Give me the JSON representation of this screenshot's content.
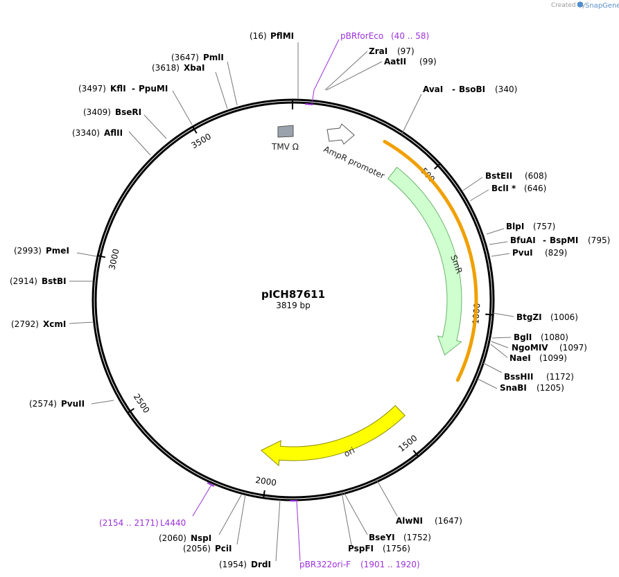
{
  "credit": {
    "created_by": "Created by",
    "brand": "SnapGene"
  },
  "plasmid": {
    "name": "pICH87611",
    "size_label": "3819 bp",
    "length": 3819
  },
  "colors": {
    "primer": "#9b30d9",
    "ampr_promoter": "#ffffff",
    "smr_fill": "#cfffcf",
    "smr_stroke": "#6ab56a",
    "ori": "#ffff00",
    "orange_arc": "#f0a000",
    "tmv": "#9aa3ad"
  },
  "ticks": [
    {
      "bp": 500,
      "label": "500"
    },
    {
      "bp": 1000,
      "label": "1000"
    },
    {
      "bp": 1500,
      "label": "1500"
    },
    {
      "bp": 2000,
      "label": "2000"
    },
    {
      "bp": 2500,
      "label": "2500"
    },
    {
      "bp": 3000,
      "label": "3000"
    },
    {
      "bp": 3500,
      "label": "3500"
    }
  ],
  "features": [
    {
      "name": "TMV Ω",
      "icon": "tmv-omega-box"
    },
    {
      "name": "AmpR promoter",
      "icon": "promoter-arrow"
    },
    {
      "name": "SmR",
      "icon": "cds-arrow"
    },
    {
      "name": "ori",
      "icon": "ori-arrow"
    }
  ],
  "enzymes": [
    {
      "name": "PflMI",
      "pos": "(16)",
      "bp": 16
    },
    {
      "name": "ZraI",
      "pos": "(97)",
      "bp": 97
    },
    {
      "name": "AatII",
      "pos": "(99)",
      "bp": 99
    },
    {
      "name": "AvaI",
      "name2": "BsoBI",
      "pos": "(340)",
      "bp": 340
    },
    {
      "name": "BstEII",
      "pos": "(608)",
      "bp": 608
    },
    {
      "name": "BclI *",
      "pos": "(646)",
      "bp": 646
    },
    {
      "name": "BlpI",
      "pos": "(757)",
      "bp": 757
    },
    {
      "name": "BfuAI",
      "name2": "BspMI",
      "pos": "(795)",
      "bp": 795
    },
    {
      "name": "PvuI",
      "pos": "(829)",
      "bp": 829
    },
    {
      "name": "BtgZI",
      "pos": "(1006)",
      "bp": 1006
    },
    {
      "name": "BglI",
      "pos": "(1080)",
      "bp": 1080
    },
    {
      "name": "NgoMIV",
      "pos": "(1097)",
      "bp": 1097
    },
    {
      "name": "NaeI",
      "pos": "(1099)",
      "bp": 1099
    },
    {
      "name": "BssHII",
      "pos": "(1172)",
      "bp": 1172
    },
    {
      "name": "SnaBI",
      "pos": "(1205)",
      "bp": 1205
    },
    {
      "name": "AlwNI",
      "pos": "(1647)",
      "bp": 1647
    },
    {
      "name": "BseYI",
      "pos": "(1752)",
      "bp": 1752
    },
    {
      "name": "PspFI",
      "pos": "(1756)",
      "bp": 1756
    },
    {
      "name": "DrdI",
      "pos": "(1954)",
      "bp": 1954
    },
    {
      "name": "PciI",
      "pos": "(2056)",
      "bp": 2056
    },
    {
      "name": "NspI",
      "pos": "(2060)",
      "bp": 2060
    },
    {
      "name": "PvuII",
      "pos": "(2574)",
      "bp": 2574
    },
    {
      "name": "XcmI",
      "pos": "(2792)",
      "bp": 2792
    },
    {
      "name": "BstBI",
      "pos": "(2914)",
      "bp": 2914
    },
    {
      "name": "PmeI",
      "pos": "(2993)",
      "bp": 2993
    },
    {
      "name": "AflII",
      "pos": "(3340)",
      "bp": 3340
    },
    {
      "name": "BseRI",
      "pos": "(3409)",
      "bp": 3409
    },
    {
      "name": "KflI",
      "name2": "PpuMI",
      "pos": "(3497)",
      "bp": 3497
    },
    {
      "name": "XbaI",
      "pos": "(3618)",
      "bp": 3618
    },
    {
      "name": "PmlI",
      "pos": "(3647)",
      "bp": 3647
    }
  ],
  "primers": [
    {
      "name": "pBRforEco",
      "range": "(40 .. 58)",
      "start": 40,
      "end": 58
    },
    {
      "name": "pBR322ori-F",
      "range": "(1901 .. 1920)",
      "start": 1901,
      "end": 1920
    },
    {
      "name": "L4440",
      "range": "(2154 .. 2171)",
      "start": 2154,
      "end": 2171
    }
  ]
}
